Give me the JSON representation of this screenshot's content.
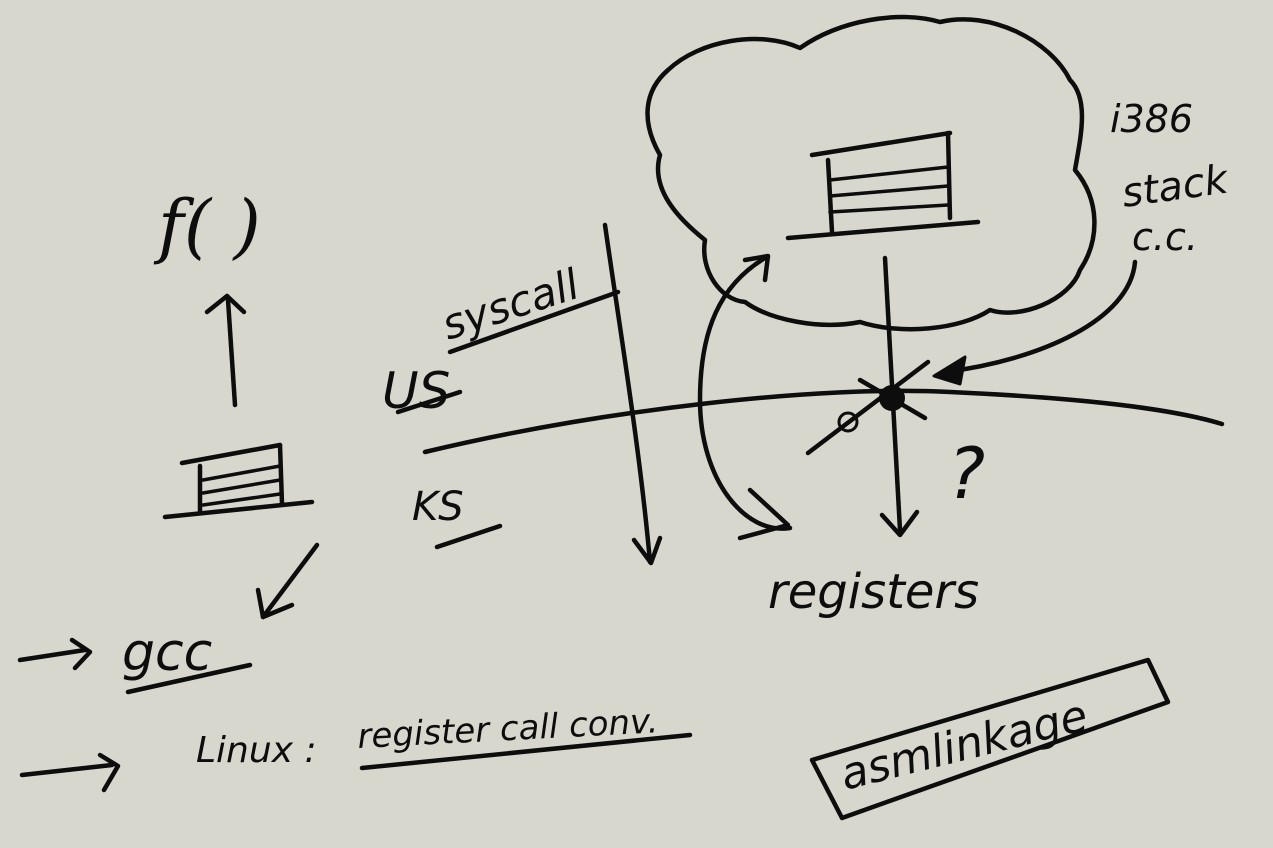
{
  "whiteboard": {
    "background_color": "#d8d7cd",
    "ink_color": "#0d0d0d",
    "labels": {
      "func": "f( )",
      "syscall": "syscall",
      "user_space": "US",
      "kernel_space": "KS",
      "arch": "i386",
      "stack": "stack",
      "calling_conv": "c.c.",
      "question": "?",
      "registers": "registers",
      "compiler": "gcc",
      "linux_note": "Linux :",
      "register_call_conv": "register call conv.",
      "asmlinkage": "asmlinkage"
    },
    "arrow_bullets": [
      "→",
      "→"
    ]
  }
}
